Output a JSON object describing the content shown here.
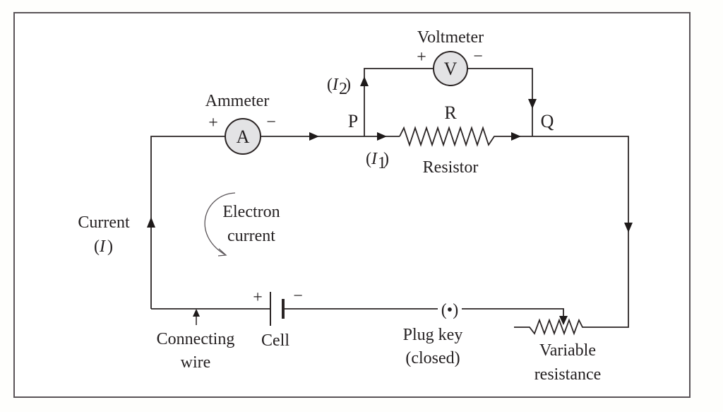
{
  "diagram": {
    "title": "Electric circuit with ammeter, voltmeter, resistor, cell, plug key and variable resistance",
    "labels": {
      "ammeter": "Ammeter",
      "ammeter_symbol": "A",
      "ammeter_plus": "+",
      "ammeter_minus": "−",
      "voltmeter": "Voltmeter",
      "voltmeter_symbol": "V",
      "voltmeter_plus": "+",
      "voltmeter_minus": "−",
      "point_p": "P",
      "point_q": "Q",
      "resistor_symbol": "R",
      "resistor": "Resistor",
      "i1_open": "(",
      "i1_letter": "I",
      "i1_sub": "1",
      "i1_close": ")",
      "i2_open": "(",
      "i2_letter": "I",
      "i2_sub": "2",
      "i2_close": ")",
      "current_line1": "Current",
      "current_open": "(",
      "current_letter": "I",
      "current_close": ")",
      "electron_line1": "Electron",
      "electron_line2": "current",
      "cell": "Cell",
      "cell_plus": "+",
      "cell_minus": "−",
      "wire_line1": "Connecting",
      "wire_line2": "wire",
      "plug_line1": "Plug key",
      "plug_line2": "(closed)",
      "plug_symbol": "(•)",
      "varres_line1": "Variable",
      "varres_line2": "resistance"
    }
  }
}
